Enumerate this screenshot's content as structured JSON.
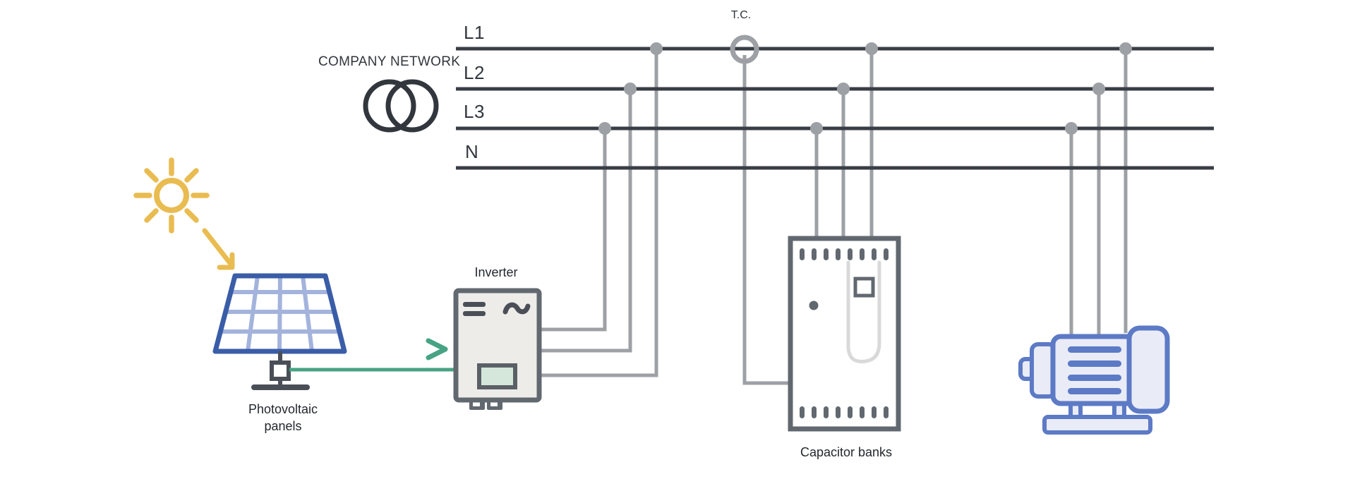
{
  "diagram": {
    "type": "electrical-single-line-diagram",
    "labels": {
      "company_network": "COMPANY NETWORK",
      "tc": "T.C.",
      "inverter": "Inverter",
      "photovoltaic_line1": "Photovoltaic",
      "photovoltaic_line2": "panels",
      "capacitor_banks": "Capacitor banks"
    },
    "bus_lines": [
      {
        "label": "L1"
      },
      {
        "label": "L2"
      },
      {
        "label": "L3"
      },
      {
        "label": "N"
      }
    ],
    "icons": {
      "sun": "sun-icon",
      "sunlight_arrow": "arrow-down-right-icon",
      "solar_panel": "solar-panel-icon",
      "transformer": "transformer-coils-icon",
      "current_transformer": "current-transformer-ring-icon",
      "dc_flow_chevron": "chevron-right-icon",
      "inverter": "inverter-icon",
      "capacitor_bank": "capacitor-bank-cabinet-icon",
      "motor": "electric-motor-icon"
    },
    "colors": {
      "background": "#ffffff",
      "bus_line": "#393e46",
      "wire_gray": "#9da0a4",
      "label_text": "#32363d",
      "sun_yellow": "#e9bc51",
      "panel_blue": "#3a5da8",
      "panel_grid_blue": "#a3b3dc",
      "dc_green": "#47a383",
      "equipment_gray": "#62686f",
      "inverter_fill": "#edece9",
      "display_screen_green": "#d5e7db",
      "capacitor_inner_gray": "#d9d9d9",
      "motor_blue": "#5c7ac5",
      "motor_fill": "#e9ebf6"
    }
  }
}
